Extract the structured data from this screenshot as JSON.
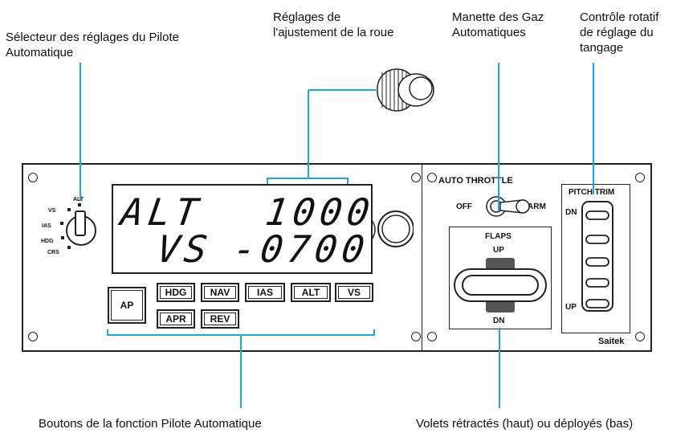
{
  "callouts": {
    "selector": [
      "Sélecteur des réglages du Pilote",
      "Automatique"
    ],
    "wheel": [
      "Réglages de",
      "l'ajustement de la roue"
    ],
    "throttle": [
      "Manette des Gaz",
      "Automatiques"
    ],
    "pitch": [
      "Contrôle rotatif",
      "de réglage du",
      "tangage"
    ],
    "buttons": "Boutons de la fonction Pilote Automatique",
    "flaps_note": "Volets rétractés (haut) ou déployés (bas)"
  },
  "selector_labels": {
    "alt": "ALT",
    "vs": "VS",
    "ias": "IAS",
    "hdg": "HDG",
    "crs": "CRS"
  },
  "display": {
    "row1_label": "ALT",
    "row1_value": "1000",
    "row2_label": "VS",
    "row2_value": "-0700"
  },
  "buttons": {
    "ap": "AP",
    "hdg": "HDG",
    "nav": "NAV",
    "ias": "IAS",
    "alt": "ALT",
    "vs": "VS",
    "apr": "APR",
    "rev": "REV"
  },
  "auto_throttle": {
    "title": "AUTO THROTTLE",
    "off": "OFF",
    "arm": "ARM"
  },
  "flaps": {
    "title": "FLAPS",
    "up": "UP",
    "dn": "DN"
  },
  "pitch_trim": {
    "title": "PITCH TRIM",
    "dn": "DN",
    "up": "UP"
  },
  "brand": "Saitek",
  "colors": {
    "leader": "#1ea7dc",
    "ink": "#222222"
  }
}
